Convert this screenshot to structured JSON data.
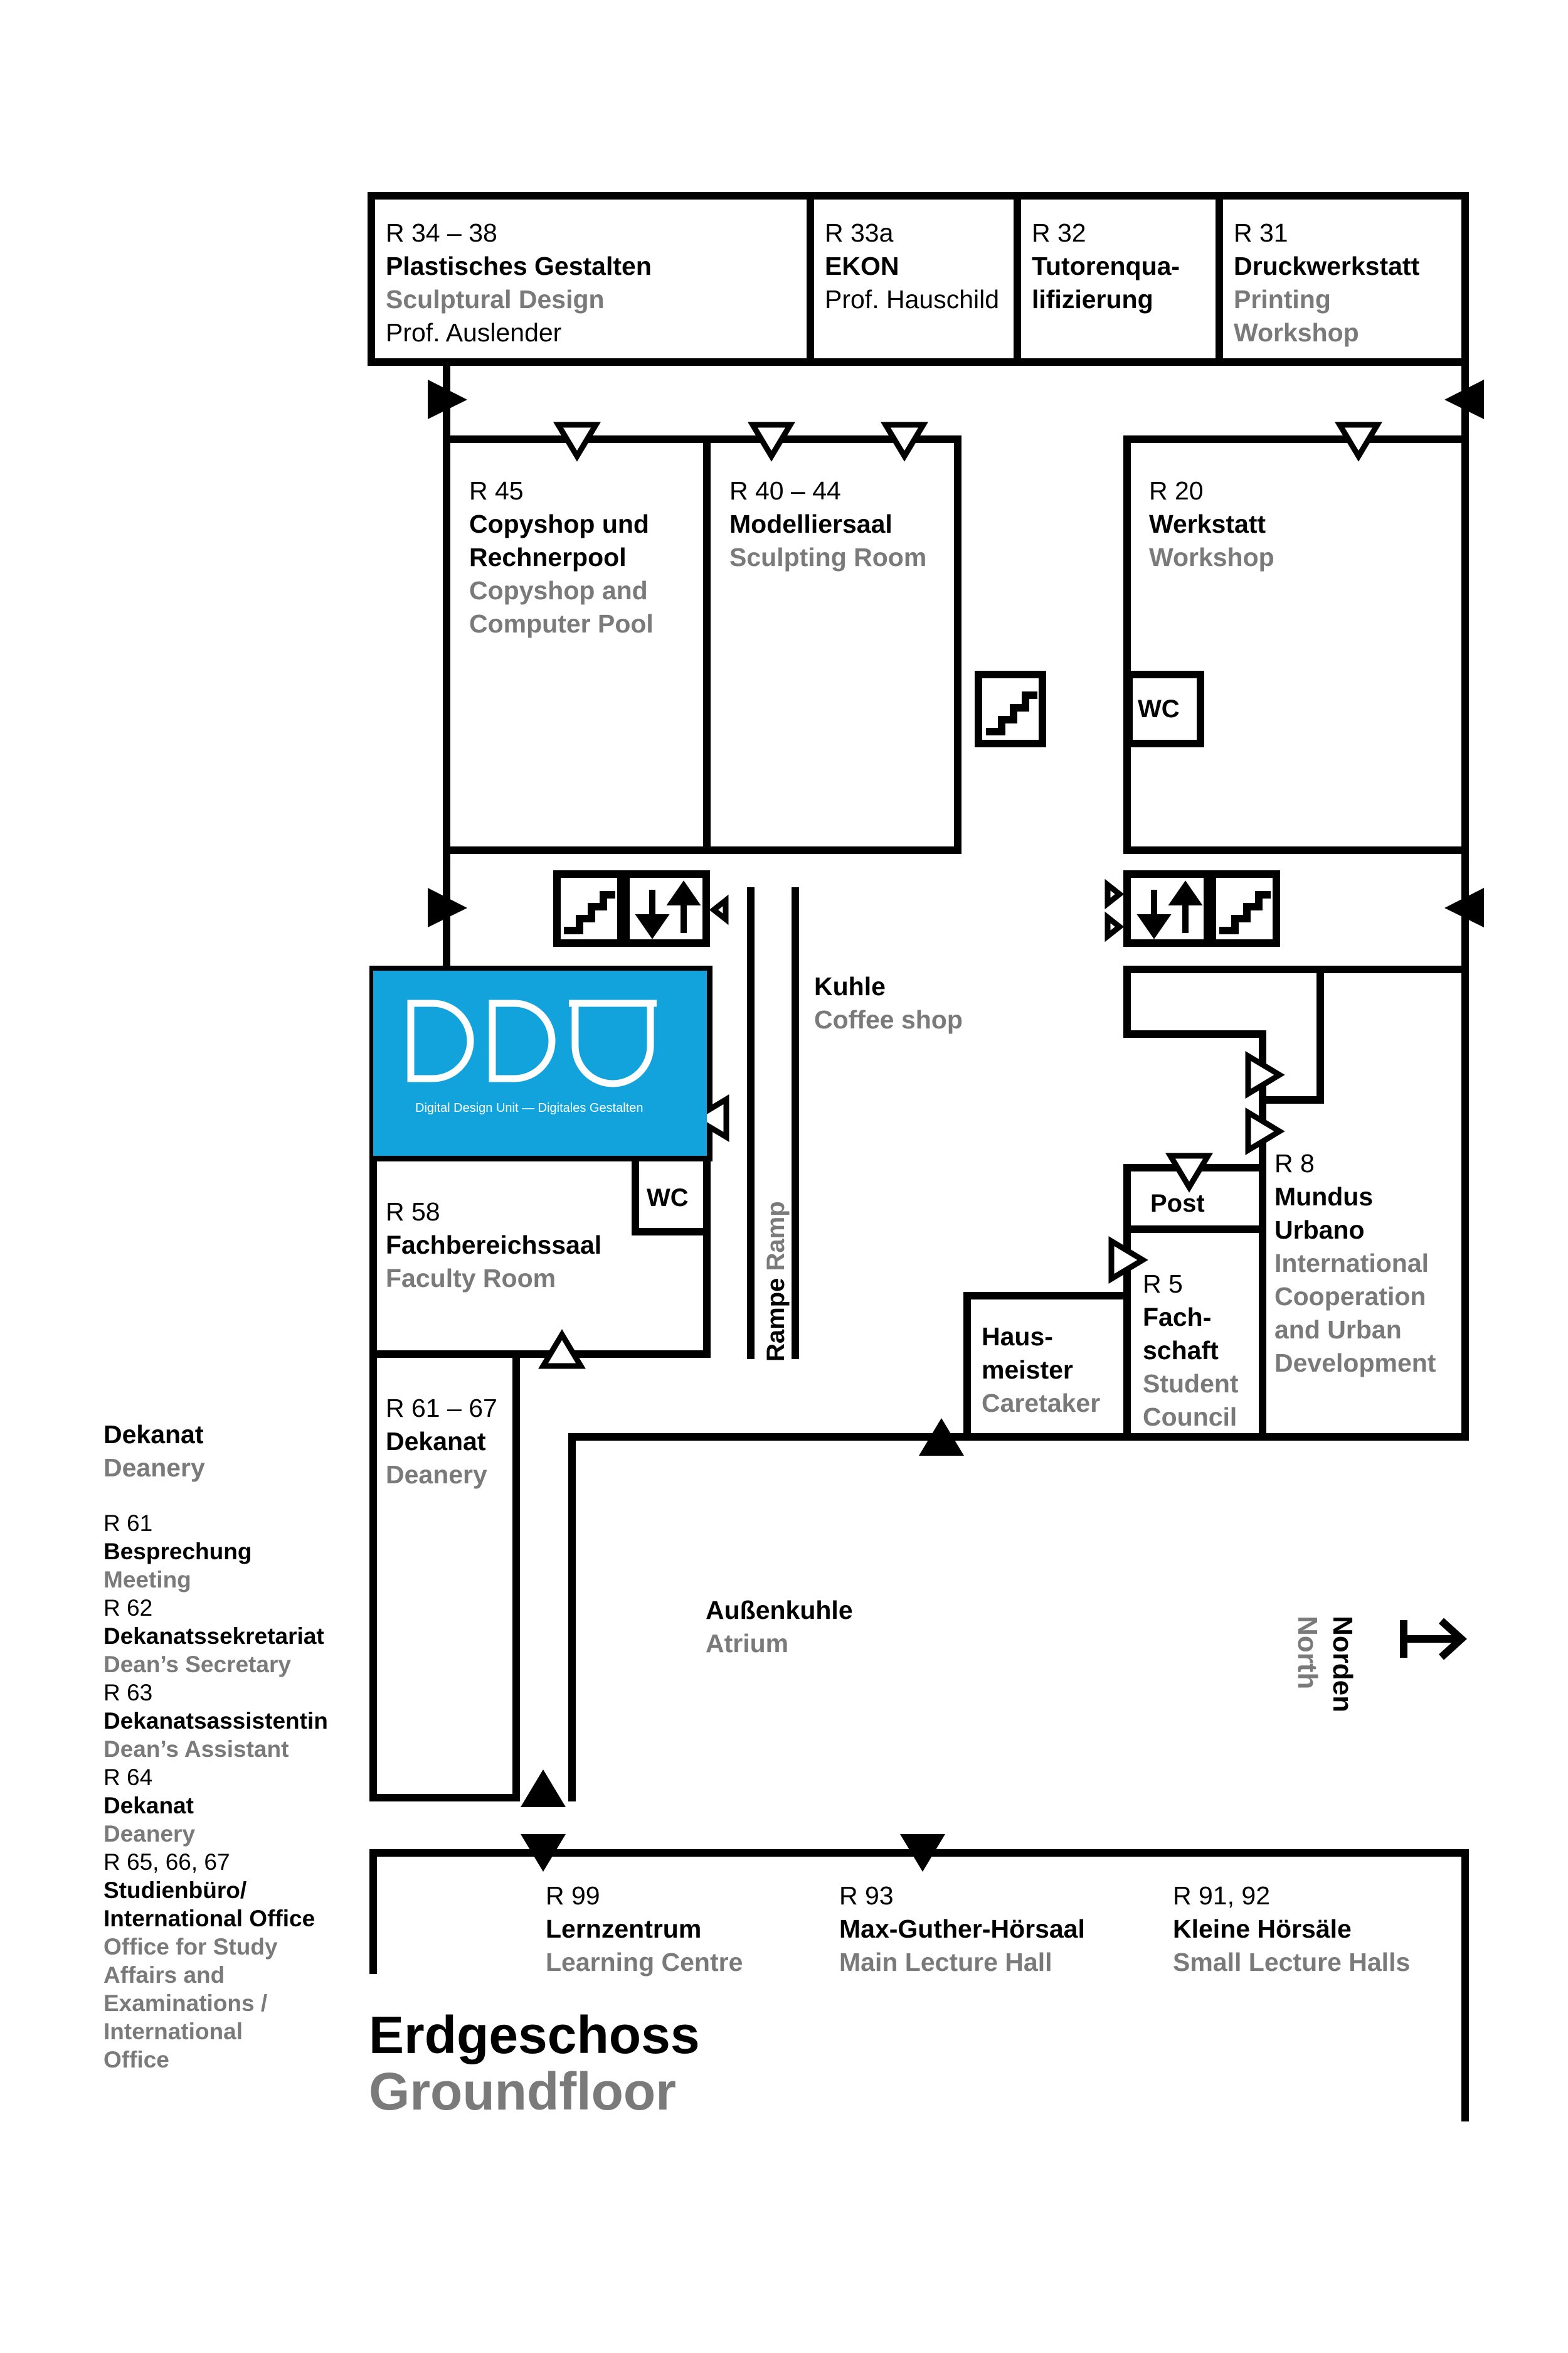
{
  "floor": {
    "title_de": "Erdgeschoss",
    "title_en": "Groundfloor"
  },
  "compass": {
    "label_de": "Norden",
    "label_en": "North"
  },
  "rooms": {
    "r34": {
      "number": "R 34 – 38",
      "name_de": "Plastisches Gestalten",
      "name_en": "Sculptural Design",
      "extra": "Prof. Auslender"
    },
    "r33a": {
      "number": "R 33a",
      "name_de": "EKON",
      "extra": "Prof. Hauschild"
    },
    "r32": {
      "number": "R 32",
      "name_de_1": "Tutorenqua-",
      "name_de_2": "lifizierung"
    },
    "r31": {
      "number": "R 31",
      "name_de": "Druckwerkstatt",
      "name_en_1": "Printing",
      "name_en_2": "Workshop"
    },
    "r45": {
      "number": "R 45",
      "name_de_1": "Copyshop und",
      "name_de_2": "Rechnerpool",
      "name_en_1": "Copyshop and",
      "name_en_2": "Computer Pool"
    },
    "r40": {
      "number": "R 40 – 44",
      "name_de": "Modelliersaal",
      "name_en": "Sculpting Room"
    },
    "r20": {
      "number": "R 20",
      "name_de": "Werkstatt",
      "name_en": "Workshop"
    },
    "kuhle": {
      "name_de": "Kuhle",
      "name_en": "Coffee shop"
    },
    "r58": {
      "number": "R 58",
      "name_de": "Fachbereichssaal",
      "name_en": "Faculty Room"
    },
    "r61": {
      "number": "R 61 – 67",
      "name_de": "Dekanat",
      "name_en": "Deanery"
    },
    "r8": {
      "number": "R 8",
      "name_de_1": "Mundus",
      "name_de_2": "Urbano",
      "name_en_1": "International",
      "name_en_2": "Cooperation",
      "name_en_3": "and Urban",
      "name_en_4": "Development"
    },
    "post": {
      "name_de": "Post"
    },
    "r5": {
      "number": "R 5",
      "name_de_1": "Fach-",
      "name_de_2": "schaft",
      "name_en_1": "Student",
      "name_en_2": "Council"
    },
    "hausmeister": {
      "name_de_1": "Haus-",
      "name_de_2": "meister",
      "name_en": "Caretaker"
    },
    "atrium": {
      "name_de": "Außenkuhle",
      "name_en": "Atrium"
    },
    "r99": {
      "number": "R 99",
      "name_de": "Lernzentrum",
      "name_en": "Learning Centre"
    },
    "r93": {
      "number": "R 93",
      "name_de": "Max-Guther-Hörsaal",
      "name_en": "Main Lecture Hall"
    },
    "r91": {
      "number": "R 91, 92",
      "name_de": "Kleine Hörsäle",
      "name_en": "Small Lecture Halls"
    }
  },
  "wc_label": "WC",
  "ramp": {
    "de": "Rampe",
    "en": "Ramp"
  },
  "ddu": {
    "logo": "DDU",
    "tagline": "Digital Design Unit — Digitales Gestalten",
    "color": "#12a3dd"
  },
  "legend": {
    "head_de": "Dekanat",
    "head_en": "Deanery",
    "entries": [
      {
        "number": "R 61",
        "de": "Besprechung",
        "en": "Meeting"
      },
      {
        "number": "R 62",
        "de": "Dekanatssekretariat",
        "en": "Dean’s Secretary"
      },
      {
        "number": "R 63",
        "de": "Dekanatsassistentin",
        "en": "Dean’s Assistant"
      },
      {
        "number": "R 64",
        "de": "Dekanat",
        "en": "Deanery"
      },
      {
        "number": "R 65, 66, 67",
        "de_1": "Studienbüro/",
        "de_2": "International Office",
        "en_1": "Office for Study",
        "en_2": "Affairs and",
        "en_3": "Examinations /",
        "en_4": "International",
        "en_5": "Office"
      }
    ]
  },
  "colors": {
    "wall": "#000000",
    "secondary_text": "#7a7a7a",
    "ddu_blue": "#12a3dd"
  }
}
